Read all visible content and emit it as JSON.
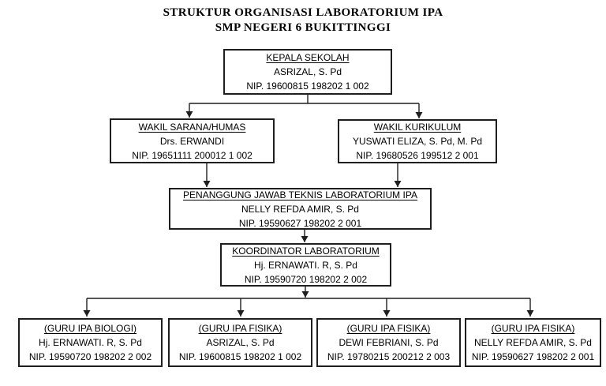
{
  "title": {
    "line1": "STRUKTUR ORGANISASI LABORATORIUM IPA",
    "line2": "SMP NEGERI 6 BUKITTINGGI"
  },
  "nodes": {
    "kepala_sekolah": {
      "role": "KEPALA SEKOLAH",
      "name": "ASRIZAL, S. Pd",
      "nip": "NIP. 19600815 198202 1 002"
    },
    "wakil_sarana_humas": {
      "role": "WAKIL SARANA/HUMAS",
      "name": "Drs. ERWANDI",
      "nip": "NIP. 19651111 200012 1 002"
    },
    "wakil_kurikulum": {
      "role": "WAKIL KURIKULUM",
      "name": "YUSWATI ELIZA, S. Pd, M. Pd",
      "nip": "NIP. 19680526 199512 2 001"
    },
    "penanggung_jawab": {
      "role": "PENANGGUNG JAWAB TEKNIS LABORATORIUM IPA",
      "name": "NELLY REFDA AMIR, S. Pd",
      "nip": "NIP. 19590627 198202 2 001"
    },
    "koordinator": {
      "role": "KOORDINATOR LABORATORIUM",
      "name": "Hj. ERNAWATI. R, S. Pd",
      "nip": "NIP. 19590720 198202 2 002"
    },
    "guru_ipa_biologi": {
      "role": "(GURU IPA BIOLOGI)",
      "name": "Hj. ERNAWATI. R, S. Pd",
      "nip": "NIP. 19590720 198202 2 002"
    },
    "guru_ipa_fisika_1": {
      "role": "(GURU IPA FISIKA)",
      "name": "ASRIZAL, S. Pd",
      "nip": "NIP. 19600815 198202 1 002"
    },
    "guru_ipa_fisika_2": {
      "role": "(GURU IPA FISIKA)",
      "name": "DEWI FEBRIANI, S. Pd",
      "nip": "NIP. 19780215 200212 2 003"
    },
    "guru_ipa_fisika_3": {
      "role": "(GURU IPA FISIKA)",
      "name": "NELLY REFDA AMIR, S. Pd",
      "nip": "NIP. 19590627 198202 2 001"
    }
  },
  "colors": {
    "line": "#1f1f1f",
    "text": "#000000",
    "background": "#ffffff"
  }
}
